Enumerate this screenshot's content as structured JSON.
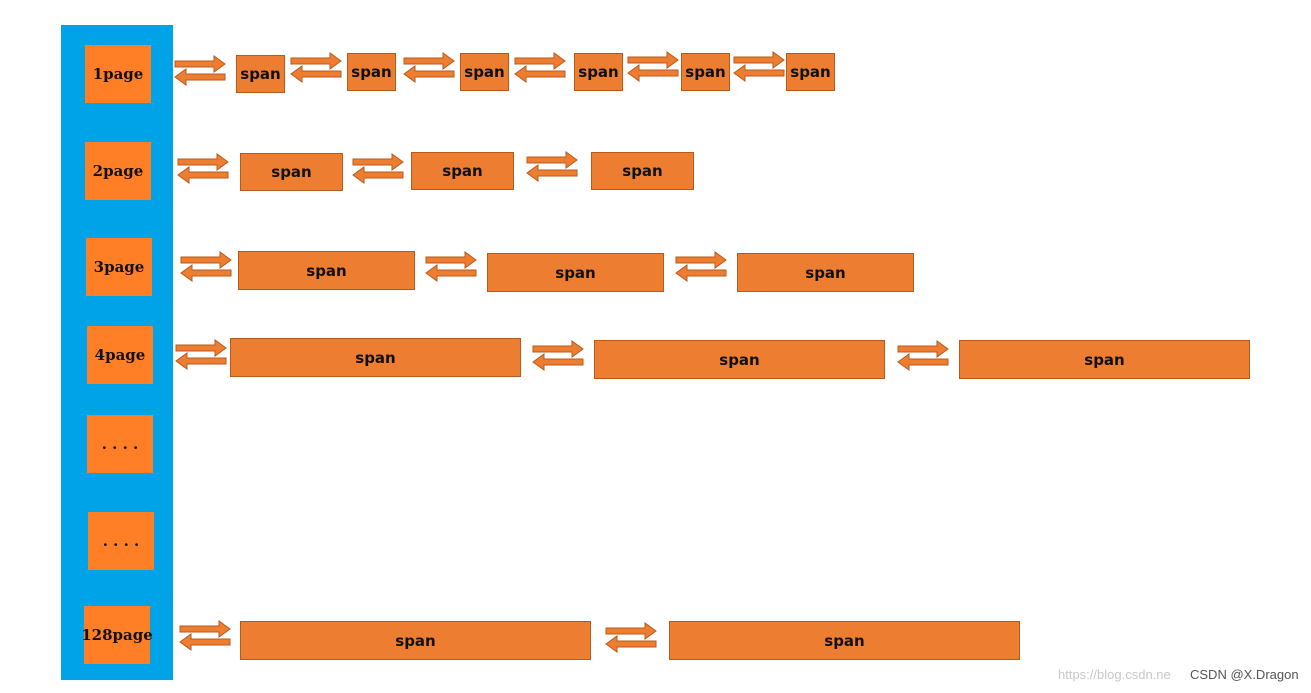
{
  "colors": {
    "bar": "#00a2e8",
    "page_box": "#ff7f27",
    "span_box": "#ed7d31",
    "arrow_fill": "#ed7d31",
    "arrow_stroke": "#b85a1a"
  },
  "rows": [
    {
      "label": "1page",
      "spans": [
        "span",
        "span",
        "span",
        "span",
        "span",
        "span"
      ]
    },
    {
      "label": "2page",
      "spans": [
        "span",
        "span",
        "span"
      ]
    },
    {
      "label": "3page",
      "spans": [
        "span",
        "span",
        "span"
      ]
    },
    {
      "label": "4page",
      "spans": [
        "span",
        "span",
        "span"
      ]
    },
    {
      "label": ". . . .",
      "spans": []
    },
    {
      "label": ". . . .",
      "spans": []
    },
    {
      "label": "128page",
      "spans": [
        "span",
        "span"
      ]
    }
  ],
  "watermark": {
    "url": "https://blog.csdn.ne",
    "author": "CSDN @X.Dragon"
  }
}
